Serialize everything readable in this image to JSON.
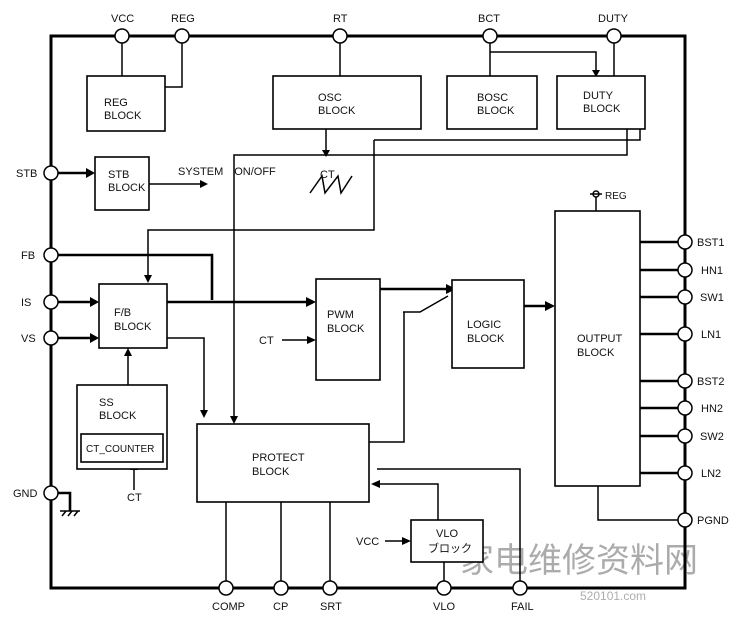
{
  "pins": {
    "vcc": "VCC",
    "reg": "REG",
    "rt": "RT",
    "bct": "BCT",
    "duty": "DUTY",
    "stb": "STB",
    "fb": "FB",
    "is": "IS",
    "vs": "VS",
    "gnd": "GND",
    "comp": "COMP",
    "cp": "CP",
    "srt": "SRT",
    "vlo": "VLO",
    "fail": "FAIL",
    "bst1": "BST1",
    "hn1": "HN1",
    "sw1": "SW1",
    "ln1": "LN1",
    "bst2": "BST2",
    "hn2": "HN2",
    "sw2": "SW2",
    "ln2": "LN2",
    "pgnd": "PGND"
  },
  "blocks": {
    "reg": [
      "REG",
      "BLOCK"
    ],
    "osc": [
      "OSC",
      "BLOCK"
    ],
    "bosc": [
      "BOSC",
      "BLOCK"
    ],
    "duty": [
      "DUTY",
      "BLOCK"
    ],
    "stb": [
      "STB",
      "BLOCK"
    ],
    "fb": [
      "F/B",
      "BLOCK"
    ],
    "ss": [
      "SS",
      "BLOCK"
    ],
    "ct_counter": "CT_COUNTER",
    "pwm": [
      "PWM",
      "BLOCK"
    ],
    "logic": [
      "LOGIC",
      "BLOCK"
    ],
    "output": [
      "OUTPUT",
      "BLOCK"
    ],
    "protect": [
      "PROTECT",
      "BLOCK"
    ],
    "vlo": [
      "VLO",
      "ブロック"
    ]
  },
  "labels": {
    "system_onoff": "SYSTEM　ON/OFF",
    "ct_osc": "CT",
    "ct_pwm": "CT",
    "ct_ss": "CT",
    "vcc_vlo": "VCC",
    "reg_output": "REG"
  },
  "watermarks": {
    "site_cn": "家电维修资料网",
    "site_url": "520101.com"
  }
}
